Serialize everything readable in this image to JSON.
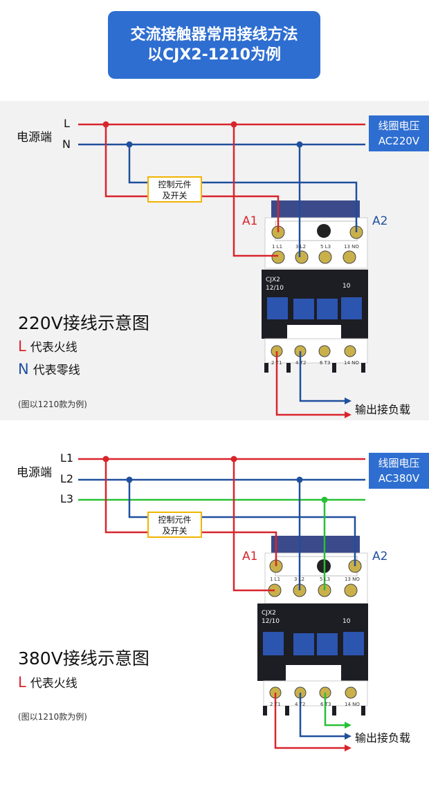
{
  "header": {
    "line1": "交流接触器常用接线方法",
    "line2": "以CJX2-1210为例"
  },
  "colors": {
    "live": "#d8242c",
    "neutral": "#1f4f9e",
    "l3": "#27c036",
    "accent": "#2e6ed1",
    "control_border": "#f0b400"
  },
  "panel1": {
    "source_label": "电源端",
    "lines": [
      "L",
      "N"
    ],
    "coil_voltage": {
      "line1": "线圈电压",
      "line2": "AC220V"
    },
    "control_box": {
      "line1": "控制元件",
      "line2": "及开关"
    },
    "a1": "A1",
    "a2": "A2",
    "top_terminals": [
      "1 L1",
      "3 L2",
      "5 L3",
      "13 NO"
    ],
    "bottom_terminals": [
      "2 T1",
      "4 T2",
      "6 T3",
      "14 NO"
    ],
    "model": "CJX2",
    "rating": "12/10",
    "aux": "10",
    "title": "220V接线示意图",
    "legend": [
      {
        "letter": "L",
        "text": "代表火线",
        "color": "#d8242c"
      },
      {
        "letter": "N",
        "text": "代表零线",
        "color": "#1f4f9e"
      }
    ],
    "note": "(图以1210款为例)",
    "output_label": "输出接负载"
  },
  "panel2": {
    "source_label": "电源端",
    "lines": [
      "L1",
      "L2",
      "L3"
    ],
    "coil_voltage": {
      "line1": "线圈电压",
      "line2": "AC380V"
    },
    "control_box": {
      "line1": "控制元件",
      "line2": "及开关"
    },
    "a1": "A1",
    "a2": "A2",
    "top_terminals": [
      "1 L1",
      "3 L2",
      "5 L3",
      "13 NO"
    ],
    "bottom_terminals": [
      "2 T1",
      "4 T2",
      "6 T3",
      "14 NO"
    ],
    "model": "CJX2",
    "rating": "12/10",
    "aux": "10",
    "title": "380V接线示意图",
    "legend": [
      {
        "letter": "L",
        "text": "代表火线",
        "color": "#d8242c"
      }
    ],
    "note": "(图以1210款为例)",
    "output_label": "输出接负载"
  }
}
